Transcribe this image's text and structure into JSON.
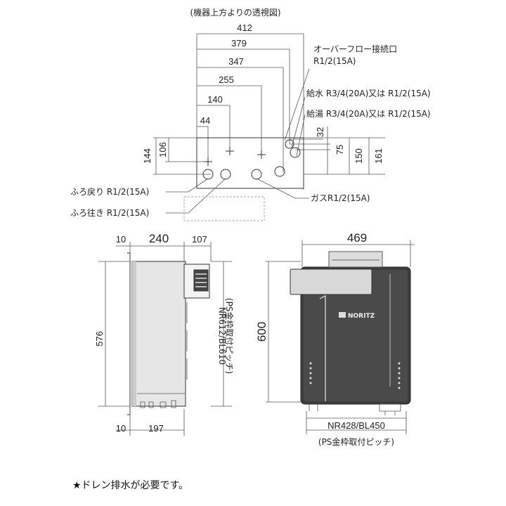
{
  "top_view": {
    "title": "(機器上方よりの透視図)",
    "dims_horizontal": [
      "412",
      "379",
      "347",
      "255",
      "140",
      "44",
      "32"
    ],
    "dims_vertical": [
      "144",
      "106",
      "75",
      "150",
      "161"
    ],
    "labels": {
      "overflow_1": "オーバーフロー接続口",
      "overflow_2": "R1/2(15A)",
      "water_supply": "給水 R3/4(20A)又は R1/2(15A)",
      "hot_water": "給湯 R3/4(20A)又は R1/2(15A)",
      "bath_return": "ふろ戻り R1/2(15A)",
      "bath_go": "ふろ往き R1/2(15A)",
      "gas": "ガスR1/2(15A)"
    }
  },
  "side_view": {
    "dims": [
      "10",
      "240",
      "107",
      "576",
      "10",
      "197"
    ],
    "pitch_label": "NR612/BL610",
    "pitch_note": "(PS金枠取付ピッチ)"
  },
  "front_view": {
    "width": "469",
    "height": "600",
    "brand": "NORITZ",
    "pitch_label": "NR428/BL450",
    "pitch_note": "(PS金枠取付ピッチ)"
  },
  "footer_note": "★ドレン排水が必要です。"
}
